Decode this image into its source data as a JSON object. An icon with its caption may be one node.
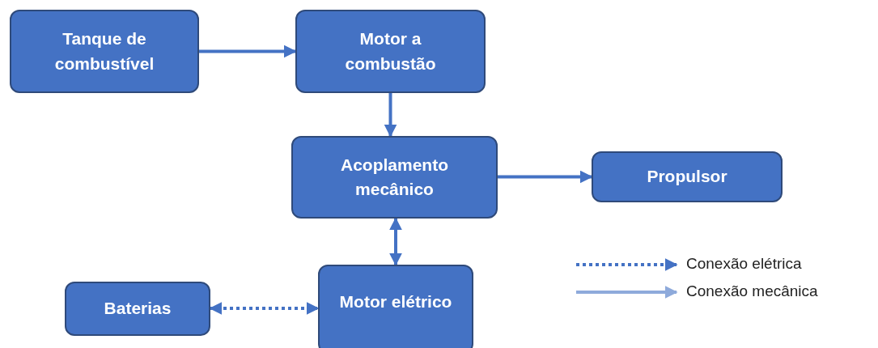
{
  "diagram": {
    "nodes": [
      {
        "text": [
          "Tanque de combustível"
        ]
      },
      {
        "text": [
          "Motor a combustão"
        ]
      },
      {
        "text": [
          "Acoplamento mecânico"
        ]
      },
      {
        "text": [
          "Propulsor"
        ]
      },
      {
        "text": [
          "Baterias"
        ]
      },
      {
        "text": [
          "Motor elétrico"
        ]
      }
    ],
    "edges": [
      {
        "from": 0,
        "to": 1,
        "arrow": "to"
      },
      {
        "from": 1,
        "to": 2,
        "arrow": "to"
      },
      {
        "from": 2,
        "to": 3,
        "arrow": "to"
      },
      {
        "from": 2,
        "to": 5,
        "arrow": "both"
      },
      {
        "from": 4,
        "to": 5,
        "arrow": "both",
        "style": "dashed"
      }
    ],
    "legend": [
      {
        "text": "Conexão elétrica"
      },
      {
        "text": "Conexão mecânica"
      }
    ]
  }
}
